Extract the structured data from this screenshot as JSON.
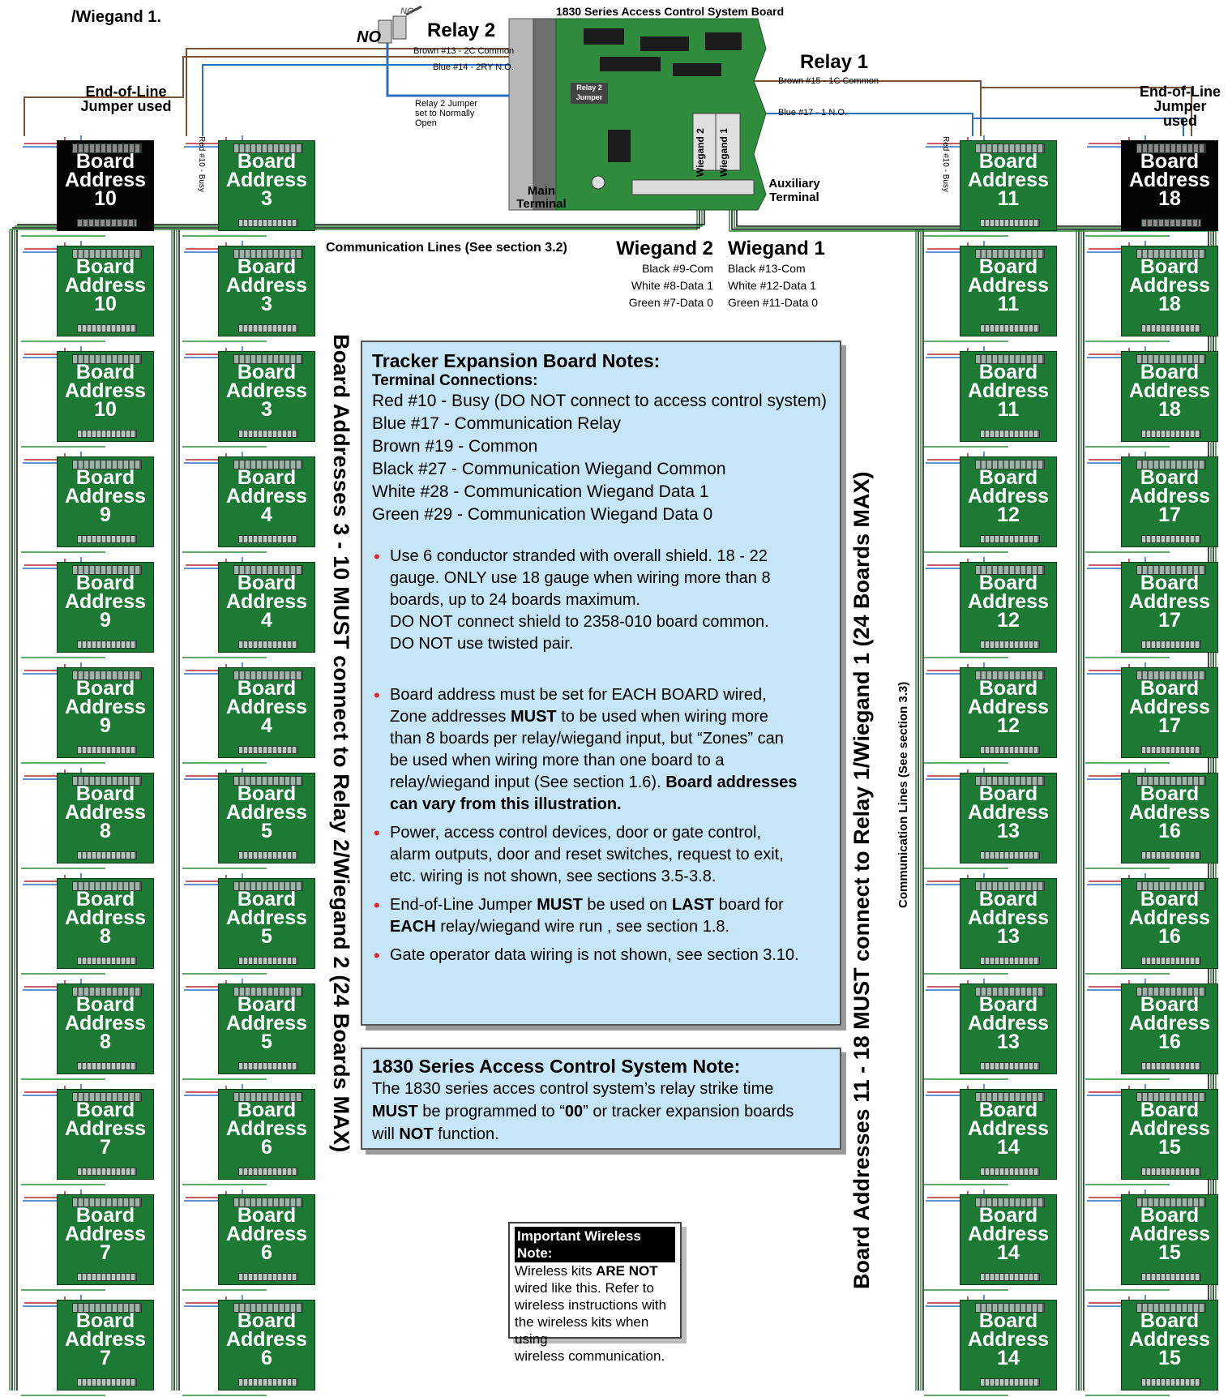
{
  "header": {
    "top_left": "/Wiegand 1.",
    "system_board": "1830 Series Access Control System Board"
  },
  "relay2": {
    "title": "Relay 2",
    "nc": "NC",
    "no": "NO",
    "brown": "Brown #13 - 2C Common",
    "blue": "Blue #14 - 2RY N.O.",
    "jumper_note": "Relay 2 Jumper set to Normally Open",
    "jumper_chip": "Relay 2 Jumper"
  },
  "relay1": {
    "title": "Relay 1",
    "brown": "Brown #15 - 1C Common",
    "blue": "Blue #17 - 1 N.O."
  },
  "terminals": {
    "main": "Main Terminal",
    "aux": "Auxiliary Terminal",
    "wiegand2_chip": "Wiegand 2",
    "wiegand1_chip": "Wiegand 1"
  },
  "eol": {
    "left": "End-of-Line Jumper used",
    "right": "End-of-Line Jumper used"
  },
  "red_busy": "Red #10 - Busy",
  "comm_lines": "Communication Lines (See section 3.2)",
  "comm_lines_right": "Communication Lines (See section 3.3)",
  "wiegand2": {
    "title": "Wiegand 2",
    "lines": [
      "Black #9-Com",
      "White #8-Data 1",
      "Green #7-Data 0"
    ]
  },
  "wiegand1": {
    "title": "Wiegand 1",
    "lines": [
      "Black #13-Com",
      "White #12-Data 1",
      "Green #11-Data 0"
    ]
  },
  "side_text": {
    "left": "Board Addresses 3 - 10 MUST connect to Relay 2/Wiegand 2 (24 Boards MAX)",
    "right": "Board Addresses 11 - 18 MUST connect to Relay 1/Wiegand 1 (24 Boards MAX)"
  },
  "board_label": [
    "Board",
    "Address"
  ],
  "columns": [
    {
      "addresses": [
        "10",
        "10",
        "10",
        "9",
        "9",
        "9",
        "8",
        "8",
        "8",
        "7",
        "7",
        "7"
      ]
    },
    {
      "addresses": [
        "3",
        "3",
        "3",
        "4",
        "4",
        "4",
        "5",
        "5",
        "5",
        "6",
        "6",
        "6"
      ]
    },
    {
      "addresses": [
        "11",
        "11",
        "11",
        "12",
        "12",
        "12",
        "13",
        "13",
        "13",
        "14",
        "14",
        "14"
      ]
    },
    {
      "addresses": [
        "18",
        "18",
        "18",
        "17",
        "17",
        "17",
        "16",
        "16",
        "16",
        "15",
        "15",
        "15"
      ]
    }
  ],
  "tracker_notes": {
    "title": "Tracker Expansion Board Notes:",
    "subtitle": "Terminal Connections:",
    "lines": [
      "Red #10 - Busy (DO NOT connect to access control system)",
      "Blue #17 - Communication Relay",
      "Brown #19 - Common",
      "Black #27 - Communication Wiegand Common",
      "White #28 - Communication Wiegand Data 1",
      "Green #29 - Communication Wiegand Data 0"
    ],
    "bullet1": [
      "Use 6 conductor stranded with overall shield. 18 - 22",
      "gauge. ONLY use 18 gauge when wiring more than 8",
      "boards, up to 24 boards maximum.",
      "DO NOT connect shield to 2358-010 board common.",
      "DO NOT use twisted pair."
    ],
    "bullet2a": "Board address must be set for EACH BOARD wired,",
    "bullet2b_pre": "Zone addresses ",
    "bullet2b_bold": "MUST",
    "bullet2b_post": " to be used when wiring more",
    "bullet2c": "than 8 boards per relay/wiegand input, but “Zones” can",
    "bullet2d": "be used when wiring more than one board to a",
    "bullet2e_pre": "relay/wiegand input (See section 1.6). ",
    "bullet2e_bold": "Board addresses",
    "bullet2f_bold": "can vary from this illustration.",
    "bullet3": [
      "Power, access control devices, door or gate control,",
      "alarm outputs, door and reset switches, request to exit,",
      "etc. wiring is not shown, see sections 3.5-3.8."
    ],
    "bullet4a_pre": "End-of-Line Jumper ",
    "bullet4a_b1": "MUST",
    "bullet4a_mid": " be used on ",
    "bullet4a_b2": "LAST",
    "bullet4a_post": " board for",
    "bullet4b_b": "EACH",
    "bullet4b_post": " relay/wiegand wire run , see section 1.8.",
    "bullet5": "Gate operator data wiring is not shown, see section 3.10."
  },
  "system_note": {
    "title": "1830 Series Access Control System Note:",
    "l1": "The 1830 series acces control system’s relay strike time",
    "l2_b": "MUST",
    "l2_mid": " be programmed to “",
    "l2_b2": "00",
    "l2_post": "” or tracker expansion boards",
    "l3_pre": "will ",
    "l3_b": "NOT",
    "l3_post": " function."
  },
  "wireless_note": {
    "title": "Important Wireless Note:",
    "l1_pre": "Wireless kits ",
    "l1_b": "ARE NOT",
    "lines": [
      "wired like this. Refer to",
      "wireless instructions with",
      "the wireless kits when using",
      "wireless communication."
    ]
  },
  "colors": {
    "board_green": "#1d7a34",
    "eol_board": "#050505",
    "note_bg": "#c6e6f7",
    "wire_red": "#b5262b",
    "wire_blue": "#2b6fc0",
    "wire_brown": "#7a5236",
    "wire_green": "#2f8a3a",
    "wire_black": "#111111",
    "bullet_red": "#d8262c"
  }
}
